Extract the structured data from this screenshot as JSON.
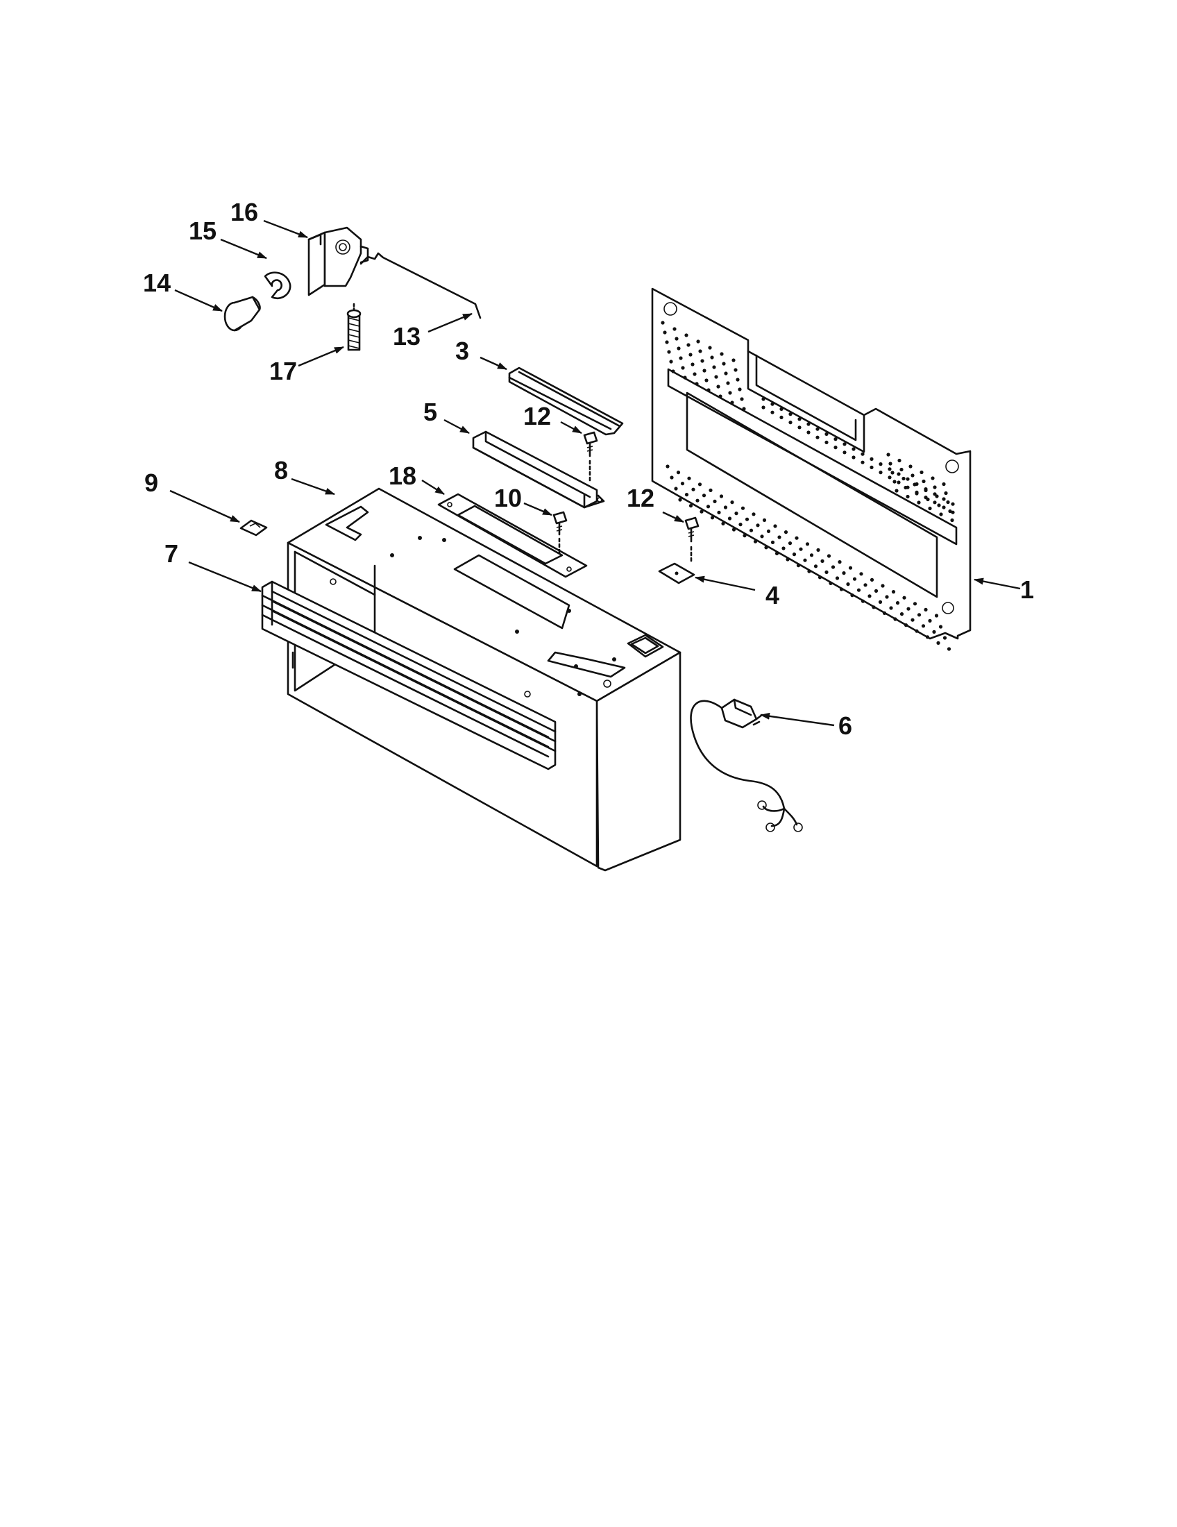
{
  "callouts": [
    {
      "id": "1",
      "text": "1"
    },
    {
      "id": "3",
      "text": "3"
    },
    {
      "id": "4",
      "text": "4"
    },
    {
      "id": "5",
      "text": "5"
    },
    {
      "id": "6",
      "text": "6"
    },
    {
      "id": "7",
      "text": "7"
    },
    {
      "id": "8",
      "text": "8"
    },
    {
      "id": "9",
      "text": "9"
    },
    {
      "id": "10",
      "text": "10"
    },
    {
      "id": "12a",
      "text": "12"
    },
    {
      "id": "12b",
      "text": "12"
    },
    {
      "id": "13",
      "text": "13"
    },
    {
      "id": "14",
      "text": "14"
    },
    {
      "id": "15",
      "text": "15"
    },
    {
      "id": "16",
      "text": "16"
    },
    {
      "id": "17",
      "text": "17"
    },
    {
      "id": "18",
      "text": "18"
    }
  ]
}
